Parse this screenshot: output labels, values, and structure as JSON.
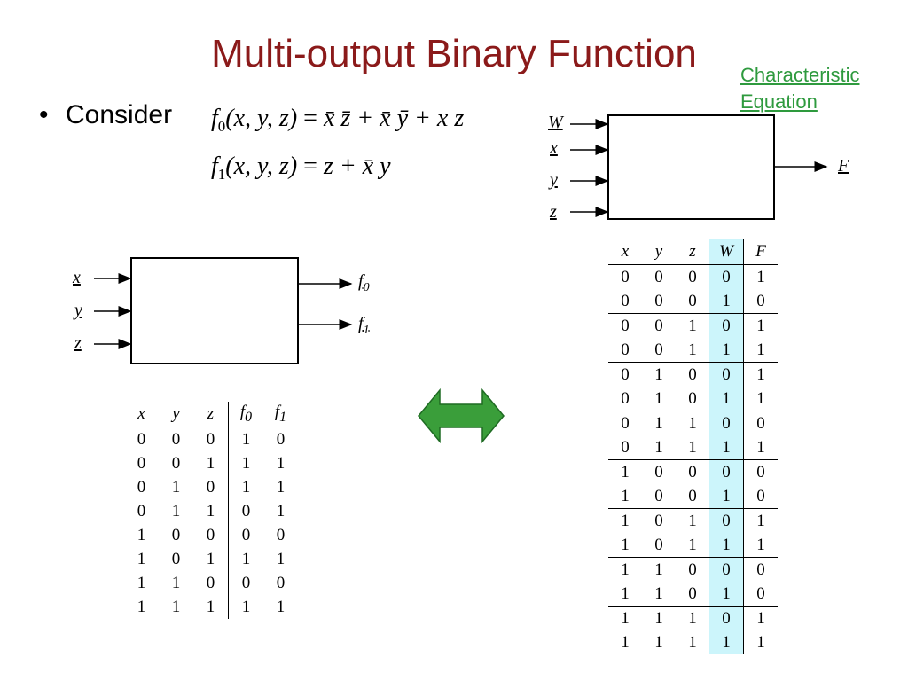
{
  "title": "Multi-output Binary Function",
  "characteristic_link": {
    "line1": "Characteristic",
    "line2": "Equation"
  },
  "bullet": {
    "text": "Consider"
  },
  "equations": {
    "f0": {
      "lhs_fn": "f",
      "lhs_sub": "0",
      "lhs_args": "(x, y, z)",
      "equals": "=",
      "rhs": "x̄ z̄ + x̄ ȳ + x z"
    },
    "f1": {
      "lhs_fn": "f",
      "lhs_sub": "1",
      "lhs_args": "(x, y, z)",
      "equals": "=",
      "rhs": "z + x̄ y"
    }
  },
  "left_block": {
    "inputs": [
      "x",
      "y",
      "z"
    ],
    "outputs": [
      {
        "name": "f",
        "sub": "0"
      },
      {
        "name": "f",
        "sub": "1"
      }
    ]
  },
  "right_block": {
    "inputs": [
      "W",
      "x",
      "y",
      "z"
    ],
    "output": "F"
  },
  "small_table": {
    "headers": [
      {
        "name": "x",
        "sub": ""
      },
      {
        "name": "y",
        "sub": ""
      },
      {
        "name": "z",
        "sub": ""
      },
      {
        "name": "f",
        "sub": "0"
      },
      {
        "name": "f",
        "sub": "1"
      }
    ],
    "rows": [
      [
        "0",
        "0",
        "0",
        "1",
        "0"
      ],
      [
        "0",
        "0",
        "1",
        "1",
        "1"
      ],
      [
        "0",
        "1",
        "0",
        "1",
        "1"
      ],
      [
        "0",
        "1",
        "1",
        "0",
        "1"
      ],
      [
        "1",
        "0",
        "0",
        "0",
        "0"
      ],
      [
        "1",
        "0",
        "1",
        "1",
        "1"
      ],
      [
        "1",
        "1",
        "0",
        "0",
        "0"
      ],
      [
        "1",
        "1",
        "1",
        "1",
        "1"
      ]
    ]
  },
  "big_table": {
    "headers": [
      "x",
      "y",
      "z",
      "W",
      "F"
    ],
    "rows": [
      [
        "0",
        "0",
        "0",
        "0",
        "1"
      ],
      [
        "0",
        "0",
        "0",
        "1",
        "0"
      ],
      [
        "0",
        "0",
        "1",
        "0",
        "1"
      ],
      [
        "0",
        "0",
        "1",
        "1",
        "1"
      ],
      [
        "0",
        "1",
        "0",
        "0",
        "1"
      ],
      [
        "0",
        "1",
        "0",
        "1",
        "1"
      ],
      [
        "0",
        "1",
        "1",
        "0",
        "0"
      ],
      [
        "0",
        "1",
        "1",
        "1",
        "1"
      ],
      [
        "1",
        "0",
        "0",
        "0",
        "0"
      ],
      [
        "1",
        "0",
        "0",
        "1",
        "0"
      ],
      [
        "1",
        "0",
        "1",
        "0",
        "1"
      ],
      [
        "1",
        "0",
        "1",
        "1",
        "1"
      ],
      [
        "1",
        "1",
        "0",
        "0",
        "0"
      ],
      [
        "1",
        "1",
        "0",
        "1",
        "0"
      ],
      [
        "1",
        "1",
        "1",
        "0",
        "1"
      ],
      [
        "1",
        "1",
        "1",
        "1",
        "1"
      ]
    ]
  },
  "colors": {
    "title": "#8b1a1a",
    "link": "#2e9a3e",
    "arrow_fill": "#3a9e3a",
    "w_column": "#ccf5fb"
  }
}
